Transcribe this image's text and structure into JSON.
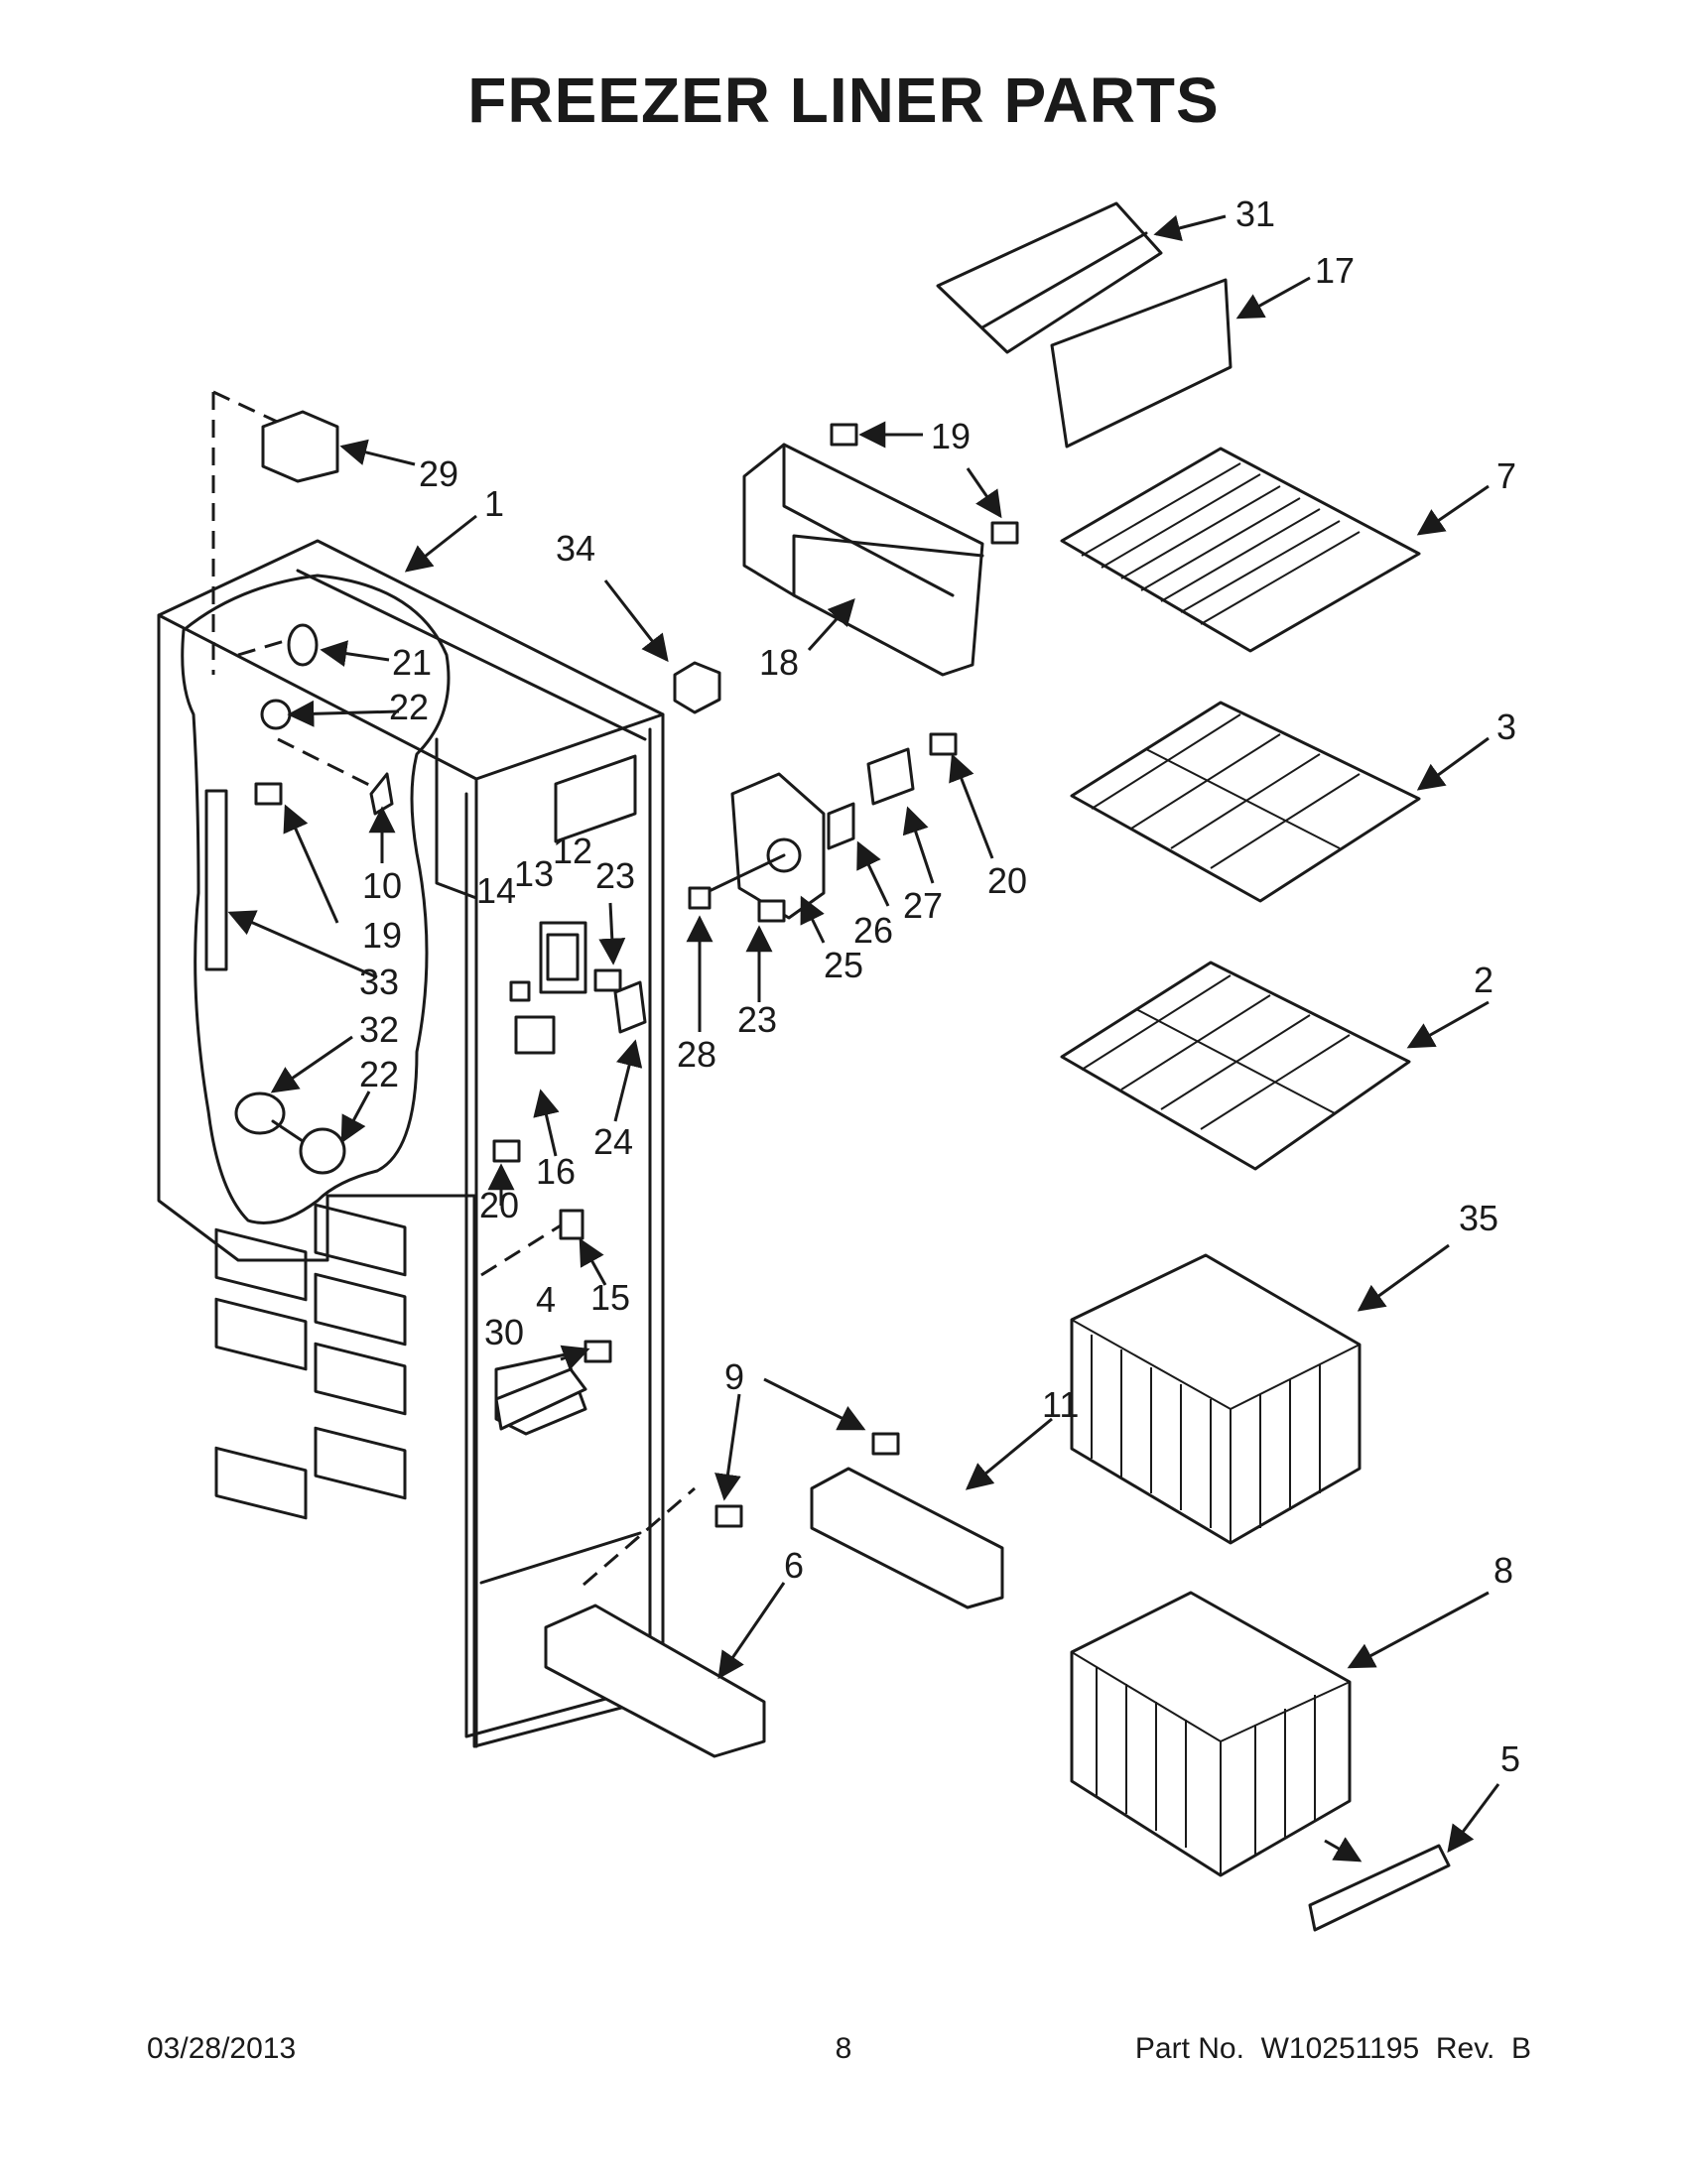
{
  "title": "FREEZER LINER PARTS",
  "footer": {
    "date": "03/28/2013",
    "page": "8",
    "part_number": "Part No.  W10251195  Rev.  B"
  },
  "callouts": [
    "31",
    "17",
    "29",
    "19",
    "1",
    "7",
    "34",
    "21",
    "18",
    "22",
    "3",
    "20",
    "10",
    "14",
    "13",
    "12",
    "23",
    "27",
    "19",
    "26",
    "33",
    "28",
    "25",
    "32",
    "23",
    "2",
    "22",
    "24",
    "16",
    "20",
    "15",
    "35",
    "30",
    "4",
    "9",
    "11",
    "6",
    "8",
    "5"
  ]
}
